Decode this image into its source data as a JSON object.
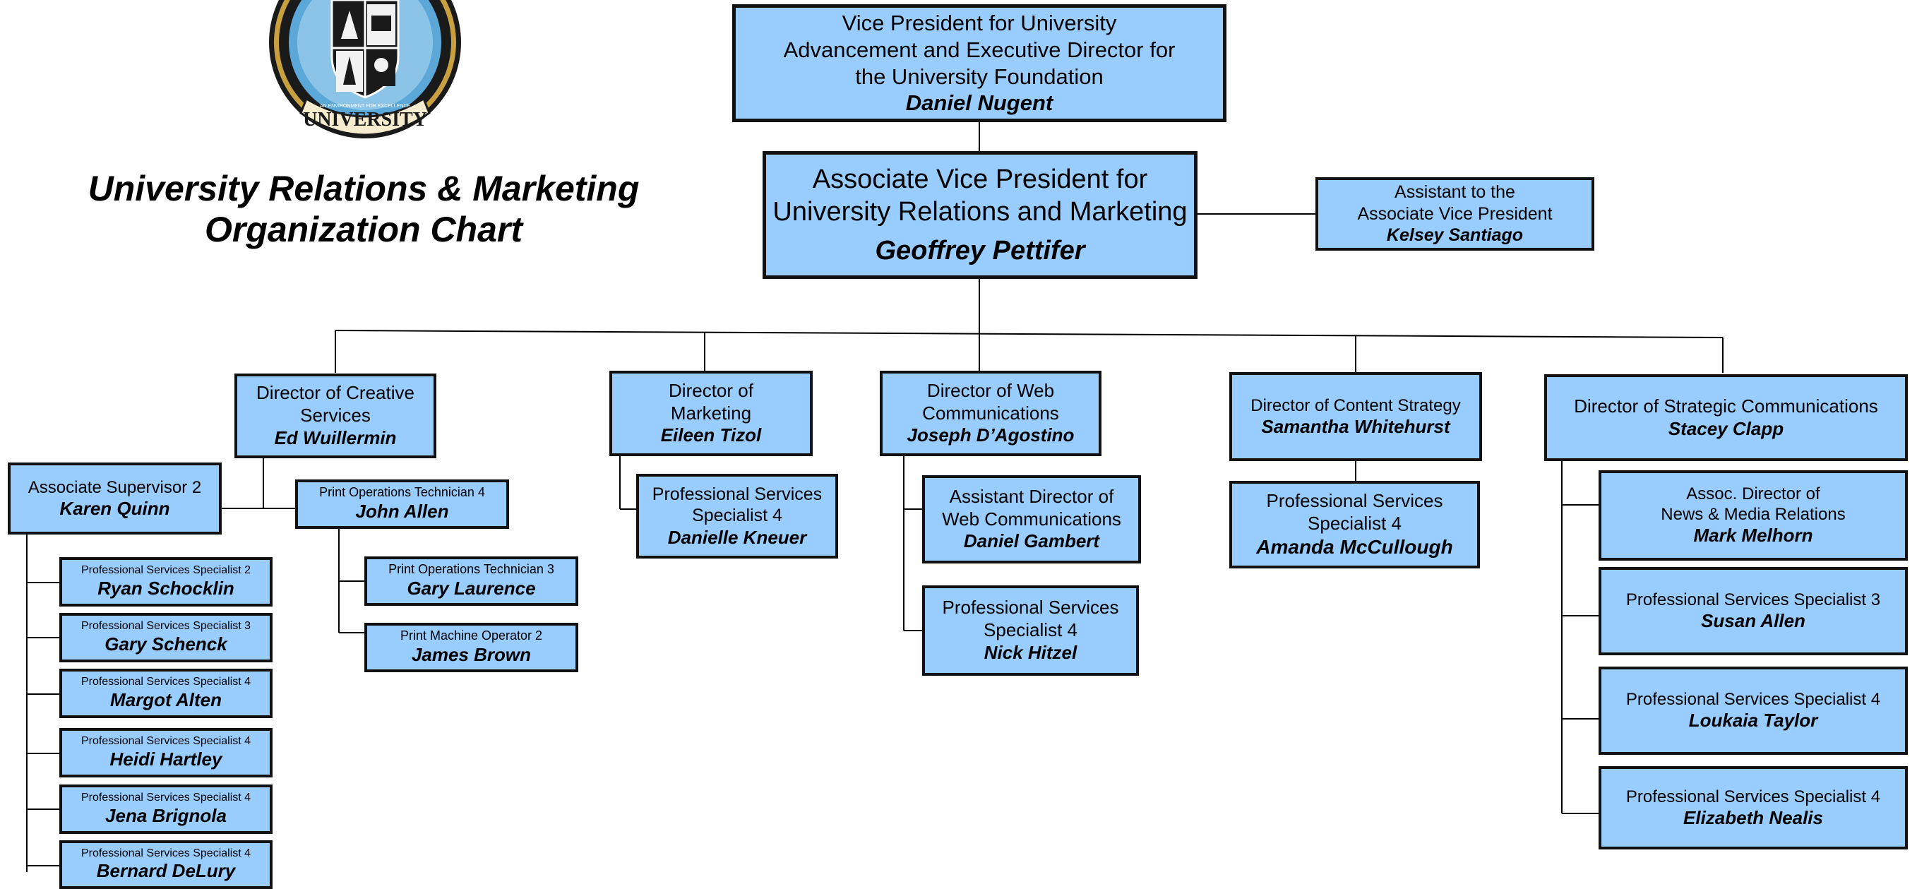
{
  "title": {
    "line1": "University Relations & Marketing",
    "line2": "Organization Chart"
  },
  "seal": {
    "banner_text": "UNIVERSITY",
    "ring_text": "AN ENVIRONMENT FOR EXCELLENCE"
  },
  "vp": {
    "title": "Vice President for University\nAdvancement and Executive Director for\nthe University Foundation",
    "name": "Daniel Nugent"
  },
  "avp": {
    "title": "Associate Vice President for\nUniversity Relations and Marketing",
    "name": "Geoffrey Pettifer"
  },
  "assistant": {
    "title": "Assistant to the\nAssociate Vice President",
    "name": "Kelsey Santiago"
  },
  "creative": {
    "director": {
      "title": "Director of Creative\nServices",
      "name": "Ed Wuillermin"
    },
    "assoc_supervisor": {
      "title": "Associate Supervisor 2",
      "name": "Karen Quinn"
    },
    "staff": [
      {
        "title": "Professional Services Specialist 2",
        "name": "Ryan Schocklin"
      },
      {
        "title": "Professional Services Specialist 3",
        "name": "Gary Schenck"
      },
      {
        "title": "Professional Services Specialist 4",
        "name": "Margot Alten"
      },
      {
        "title": "Professional Services Specialist 4",
        "name": "Heidi Hartley"
      },
      {
        "title": "Professional Services Specialist 4",
        "name": "Jena Brignola"
      },
      {
        "title": "Professional Services Specialist 4",
        "name": "Bernard DeLury"
      }
    ],
    "print_tech": {
      "title": "Print Operations Technician 4",
      "name": "John Allen"
    },
    "print_staff": [
      {
        "title": "Print Operations Technician 3",
        "name": "Gary Laurence"
      },
      {
        "title": "Print Machine Operator 2",
        "name": "James Brown"
      }
    ]
  },
  "marketing": {
    "director": {
      "title": "Director of\nMarketing",
      "name": "Eileen Tizol"
    },
    "staff": [
      {
        "title": "Professional Services\nSpecialist 4",
        "name": "Danielle Kneuer"
      }
    ]
  },
  "web": {
    "director": {
      "title": "Director of Web\nCommunications",
      "name": "Joseph D’Agostino"
    },
    "staff": [
      {
        "title": "Assistant Director of\nWeb Communications",
        "name": "Daniel Gambert"
      },
      {
        "title": "Professional Services\nSpecialist 4",
        "name": "Nick Hitzel"
      }
    ]
  },
  "content": {
    "director": {
      "title": "Director of Content Strategy",
      "name": "Samantha Whitehurst"
    },
    "staff": [
      {
        "title": "Professional Services\nSpecialist 4",
        "name": "Amanda McCullough"
      }
    ]
  },
  "strategic": {
    "director": {
      "title": "Director of Strategic Communications",
      "name": "Stacey Clapp"
    },
    "staff": [
      {
        "title": "Assoc. Director of\nNews & Media Relations",
        "name": "Mark Melhorn"
      },
      {
        "title": "Professional Services Specialist 3",
        "name": "Susan Allen"
      },
      {
        "title": "Professional Services Specialist 4",
        "name": "Loukaia Taylor"
      },
      {
        "title": "Professional Services Specialist 4",
        "name": "Elizabeth Nealis"
      }
    ]
  },
  "colors": {
    "box_fill": "#99ccff",
    "border": "#111111",
    "seal_gold": "#c8a040",
    "seal_blue": "#5aa7d8"
  }
}
